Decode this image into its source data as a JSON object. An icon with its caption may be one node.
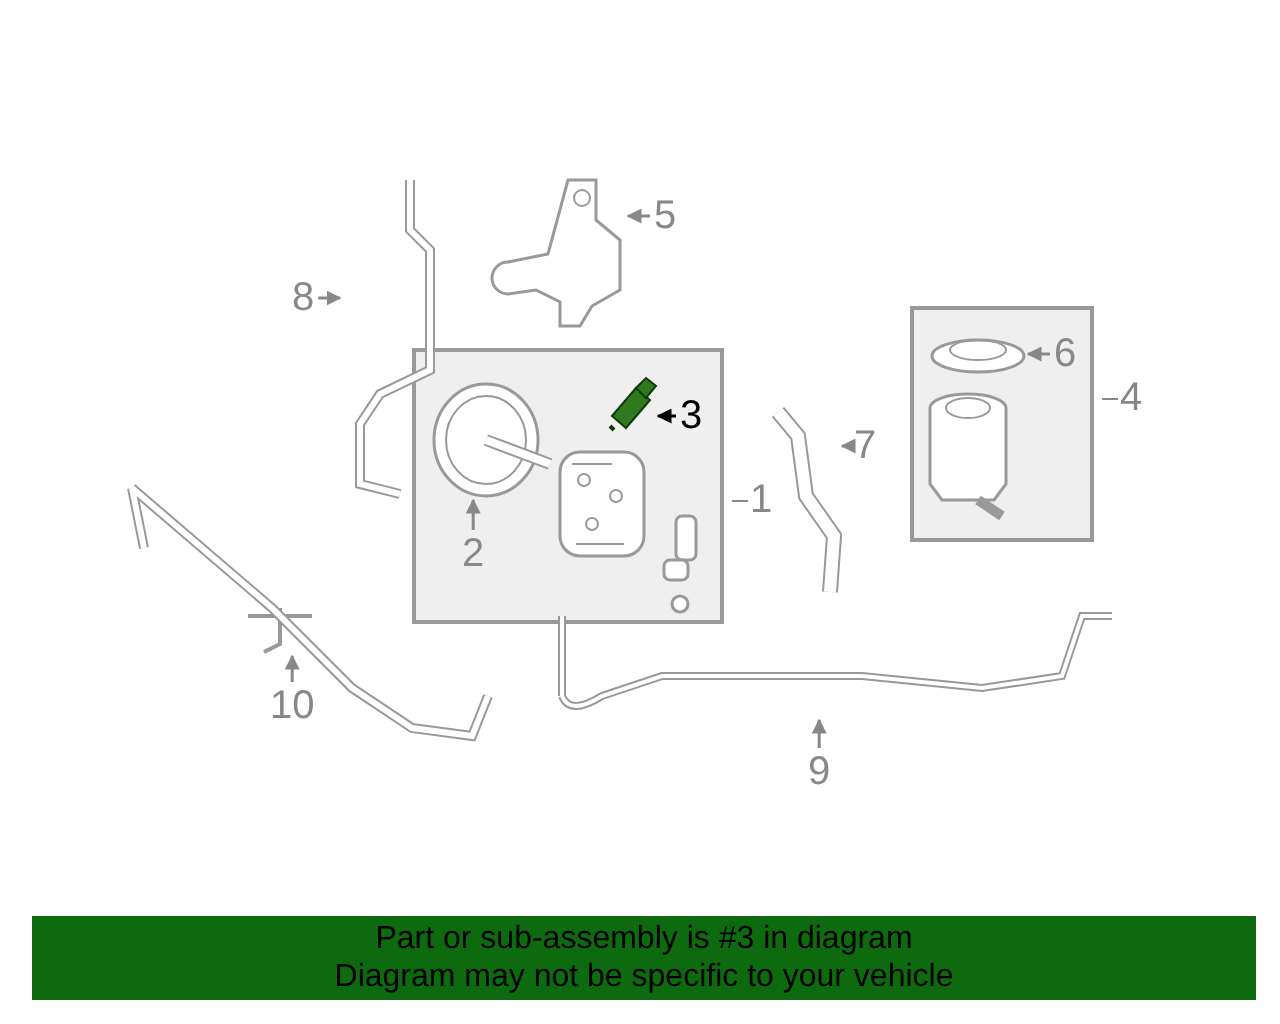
{
  "diagram": {
    "nodes": [
      {
        "text": [
          "1"
        ]
      },
      {
        "text": [
          "2"
        ],
        "in": 0
      },
      {
        "text": [],
        "shape": "picture",
        "in": 0
      },
      {
        "text": [
          "3"
        ],
        "in": 0
      },
      {
        "text": [],
        "shape": "picture",
        "in": 0
      },
      {
        "text": [
          "5"
        ]
      },
      {
        "text": [],
        "shape": "picture"
      },
      {
        "text": [
          "8"
        ]
      },
      {
        "text": [],
        "shape": "picture"
      },
      {
        "text": [
          "4"
        ]
      },
      {
        "text": [
          "6"
        ],
        "in": 9
      },
      {
        "text": [],
        "shape": "picture",
        "in": 9
      },
      {
        "text": [
          "7"
        ]
      },
      {
        "text": [],
        "shape": "picture"
      },
      {
        "text": [
          "10"
        ]
      },
      {
        "text": [],
        "shape": "picture"
      },
      {
        "text": [
          "9"
        ]
      },
      {
        "text": [],
        "shape": "picture"
      }
    ],
    "edges": [
      {
        "from": 1,
        "to": 2,
        "arrow": "to"
      },
      {
        "from": 3,
        "to": 4,
        "arrow": "to",
        "color": "#000000"
      },
      {
        "from": 5,
        "to": 6,
        "arrow": "to"
      },
      {
        "from": 7,
        "to": 8,
        "arrow": "to"
      },
      {
        "from": 10,
        "to": 11,
        "arrow": "to"
      },
      {
        "from": 12,
        "to": 13,
        "arrow": "to"
      },
      {
        "from": 14,
        "to": 15,
        "arrow": "to"
      },
      {
        "from": 16,
        "to": 17,
        "arrow": "to"
      }
    ],
    "labels": [
      "Part or sub-assembly is #3 in diagram",
      "Diagram may not be specific to your vehicle"
    ]
  }
}
